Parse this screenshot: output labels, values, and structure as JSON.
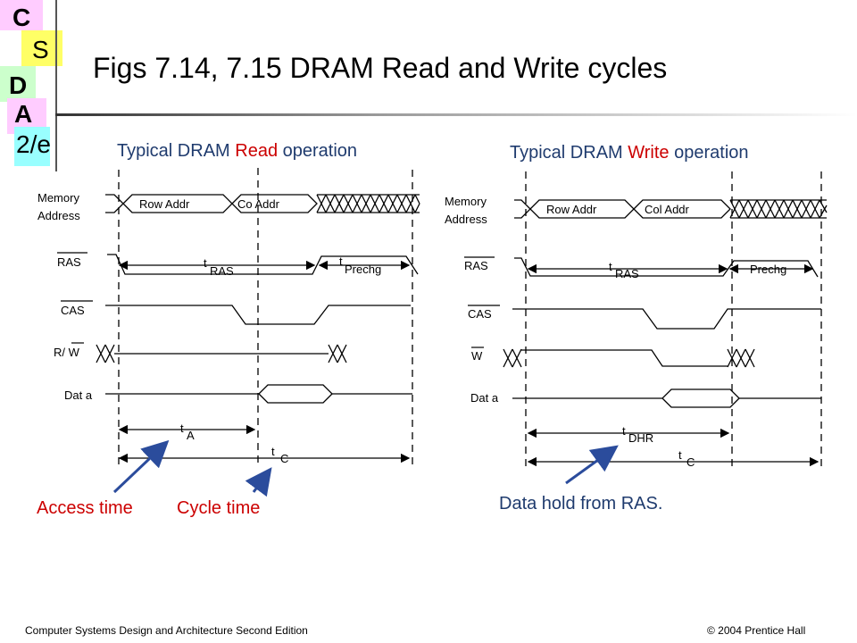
{
  "logo": {
    "c": "C",
    "s": "S",
    "d": "D",
    "a": "A",
    "edition": "2/e"
  },
  "title": "Figs 7.14, 7.15  DRAM Read and Write cycles",
  "read_panel": {
    "title_pre": "Typical DRAM ",
    "title_hl": "Read",
    "title_post": " operation",
    "signal_labels": {
      "mem1": "Memory",
      "mem2": "Address",
      "ras": "RAS",
      "cas": "CAS",
      "rw": "R/ W",
      "data": "Dat a"
    },
    "bus_labels": {
      "row": "Row  Addr",
      "col": "Co  Addr"
    },
    "timing": {
      "t": "t",
      "ras": "RAS",
      "prechg": "Prechg",
      "a": "A",
      "c": "C"
    },
    "notes": {
      "access": "Access time",
      "cycle": "Cycle time"
    }
  },
  "write_panel": {
    "title_pre": "Typical DRAM ",
    "title_hl": "Write",
    "title_post": " operation",
    "signal_labels": {
      "mem1": "Memory",
      "mem2": "Address",
      "ras": "RAS",
      "cas": "CAS",
      "w": "W",
      "data": "Dat a"
    },
    "bus_labels": {
      "row": "Row  Addr",
      "col": "Col  Addr"
    },
    "timing": {
      "t": "t",
      "ras": "RAS",
      "prechg": "Prechg",
      "dhr": "DHR",
      "c": "C"
    },
    "notes": {
      "hold": "Data hold from RAS."
    }
  },
  "footer": {
    "left": "Computer Systems Design and Architecture Second Edition",
    "right": "© 2004 Prentice Hall"
  },
  "colors": {
    "accent_red": "#cc0000",
    "text_blue": "#1f3b6e",
    "arrow_blue": "#2b4c9c",
    "logo_pink": "#ffccff",
    "logo_yellow": "#ffff66",
    "logo_green": "#ccffcc",
    "logo_cyan": "#99ffff"
  }
}
